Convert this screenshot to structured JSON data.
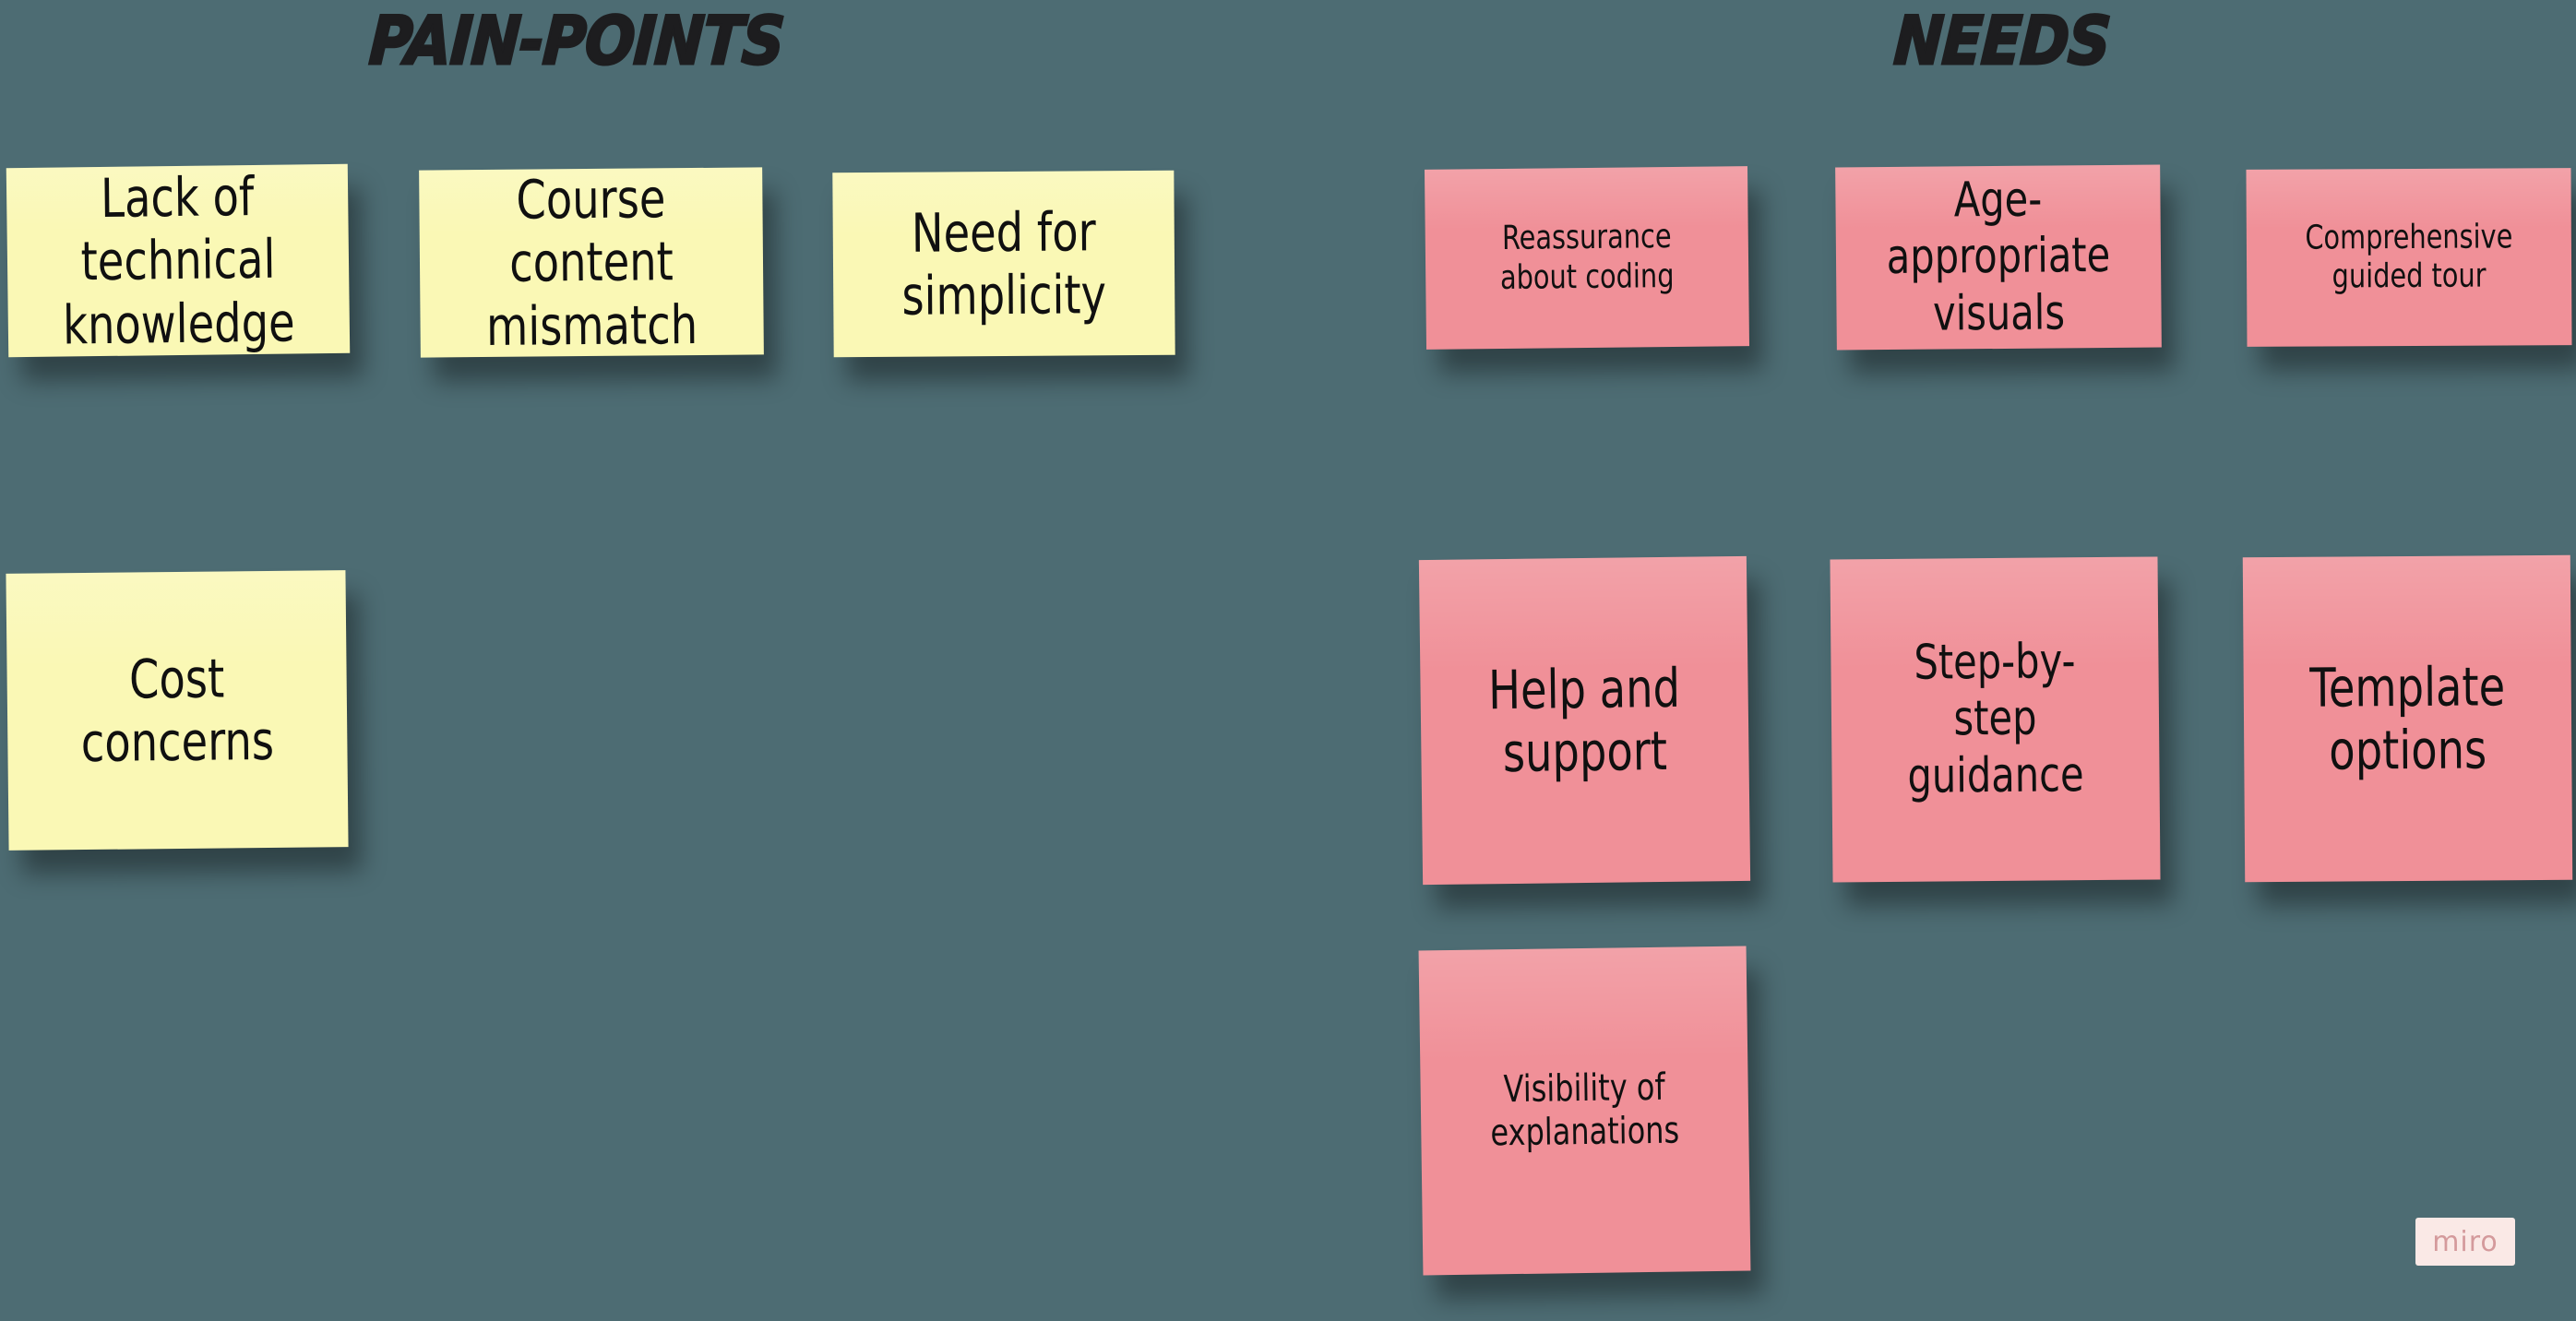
{
  "board": {
    "background_color": "#4d6c73",
    "note_colors": {
      "pain_points": "#faf8b5",
      "needs": "#f09098"
    },
    "watermark": "miro"
  },
  "sections": [
    {
      "id": "pain-points",
      "title": "PAIN-POINTS",
      "color": "#faf8b5",
      "notes": [
        {
          "text": "Lack of technical knowledge"
        },
        {
          "text": "Course content mismatch"
        },
        {
          "text": "Need for simplicity"
        },
        {
          "text": "Cost concerns"
        }
      ]
    },
    {
      "id": "needs",
      "title": "NEEDS",
      "color": "#f09098",
      "notes": [
        {
          "text": "Reassurance about coding"
        },
        {
          "text": "Age-appropriate visuals"
        },
        {
          "text": "Comprehensive guided tour"
        },
        {
          "text": "Help and support"
        },
        {
          "text": "Step-by-step guidance"
        },
        {
          "text": "Template options"
        },
        {
          "text": "Visibility of explanations"
        }
      ]
    }
  ]
}
